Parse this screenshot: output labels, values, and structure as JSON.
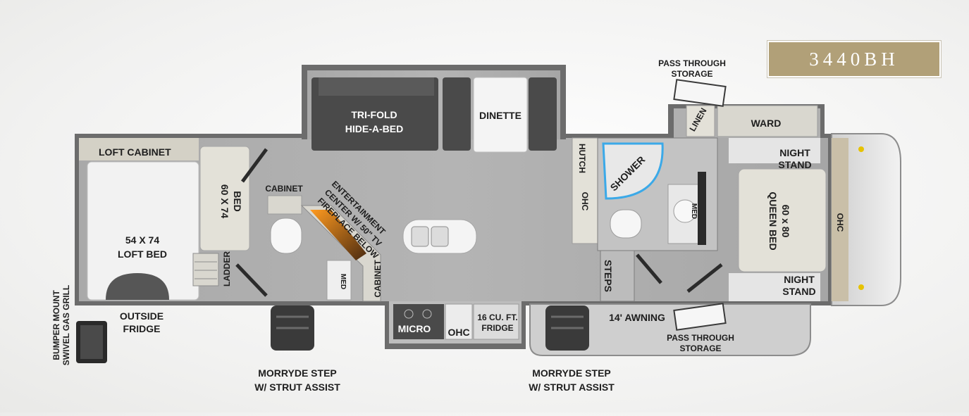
{
  "model": "3440BH",
  "labels": {
    "loft_cabinet": "LOFT CABINET",
    "loft_bed_1": "54 X 74",
    "loft_bed_2": "LOFT BED",
    "bed_60x74_1": "60 X 74",
    "bed_60x74_2": "BED",
    "ladder": "LADDER",
    "outside_fridge_1": "OUTSIDE",
    "outside_fridge_2": "FRIDGE",
    "grill_1": "BUMPER MOUNT",
    "grill_2": "SWIVEL GAS GRILL",
    "step_left_1": "MORRYDE STEP",
    "step_left_2": "W/ STRUT ASSIST",
    "step_right_1": "MORRYDE STEP",
    "step_right_2": "W/ STRUT ASSIST",
    "sofa_1": "TRI-FOLD",
    "sofa_2": "HIDE-A-BED",
    "dinette": "DINETTE",
    "cabinet_upper": "CABINET",
    "cabinet_lower": "CABINET",
    "entertainment_1": "ENTERTAINMENT",
    "entertainment_2": "CENTER W/ 50\" TV",
    "entertainment_3": "FIREPLACE BELOW",
    "med_left": "MED",
    "micro": "MICRO",
    "ohc_kitchen": "OHC",
    "fridge_1": "16 CU. FT.",
    "fridge_2": "FRIDGE",
    "hutch": "HUTCH",
    "ohc_hutch": "OHC",
    "shower": "SHOWER",
    "med_right": "MED",
    "steps": "STEPS",
    "awning": "14' AWNING",
    "pass_top_1": "PASS THROUGH",
    "pass_top_2": "STORAGE",
    "pass_bottom_1": "PASS THROUGH",
    "pass_bottom_2": "STORAGE",
    "linen": "LINEN",
    "ward": "WARD",
    "night_stand_top_1": "NIGHT",
    "night_stand_top_2": "STAND",
    "night_stand_bottom_1": "NIGHT",
    "night_stand_bottom_2": "STAND",
    "queen_1": "60 x 80",
    "queen_2": "QUEEN BED",
    "ohc_front": "OHC"
  },
  "colors": {
    "wall": "#6f6f6f",
    "floor": "#a4a4a4",
    "cushion": "#d9d7cf",
    "sofa": "#4a4a4a",
    "badge": "#b1a078"
  }
}
